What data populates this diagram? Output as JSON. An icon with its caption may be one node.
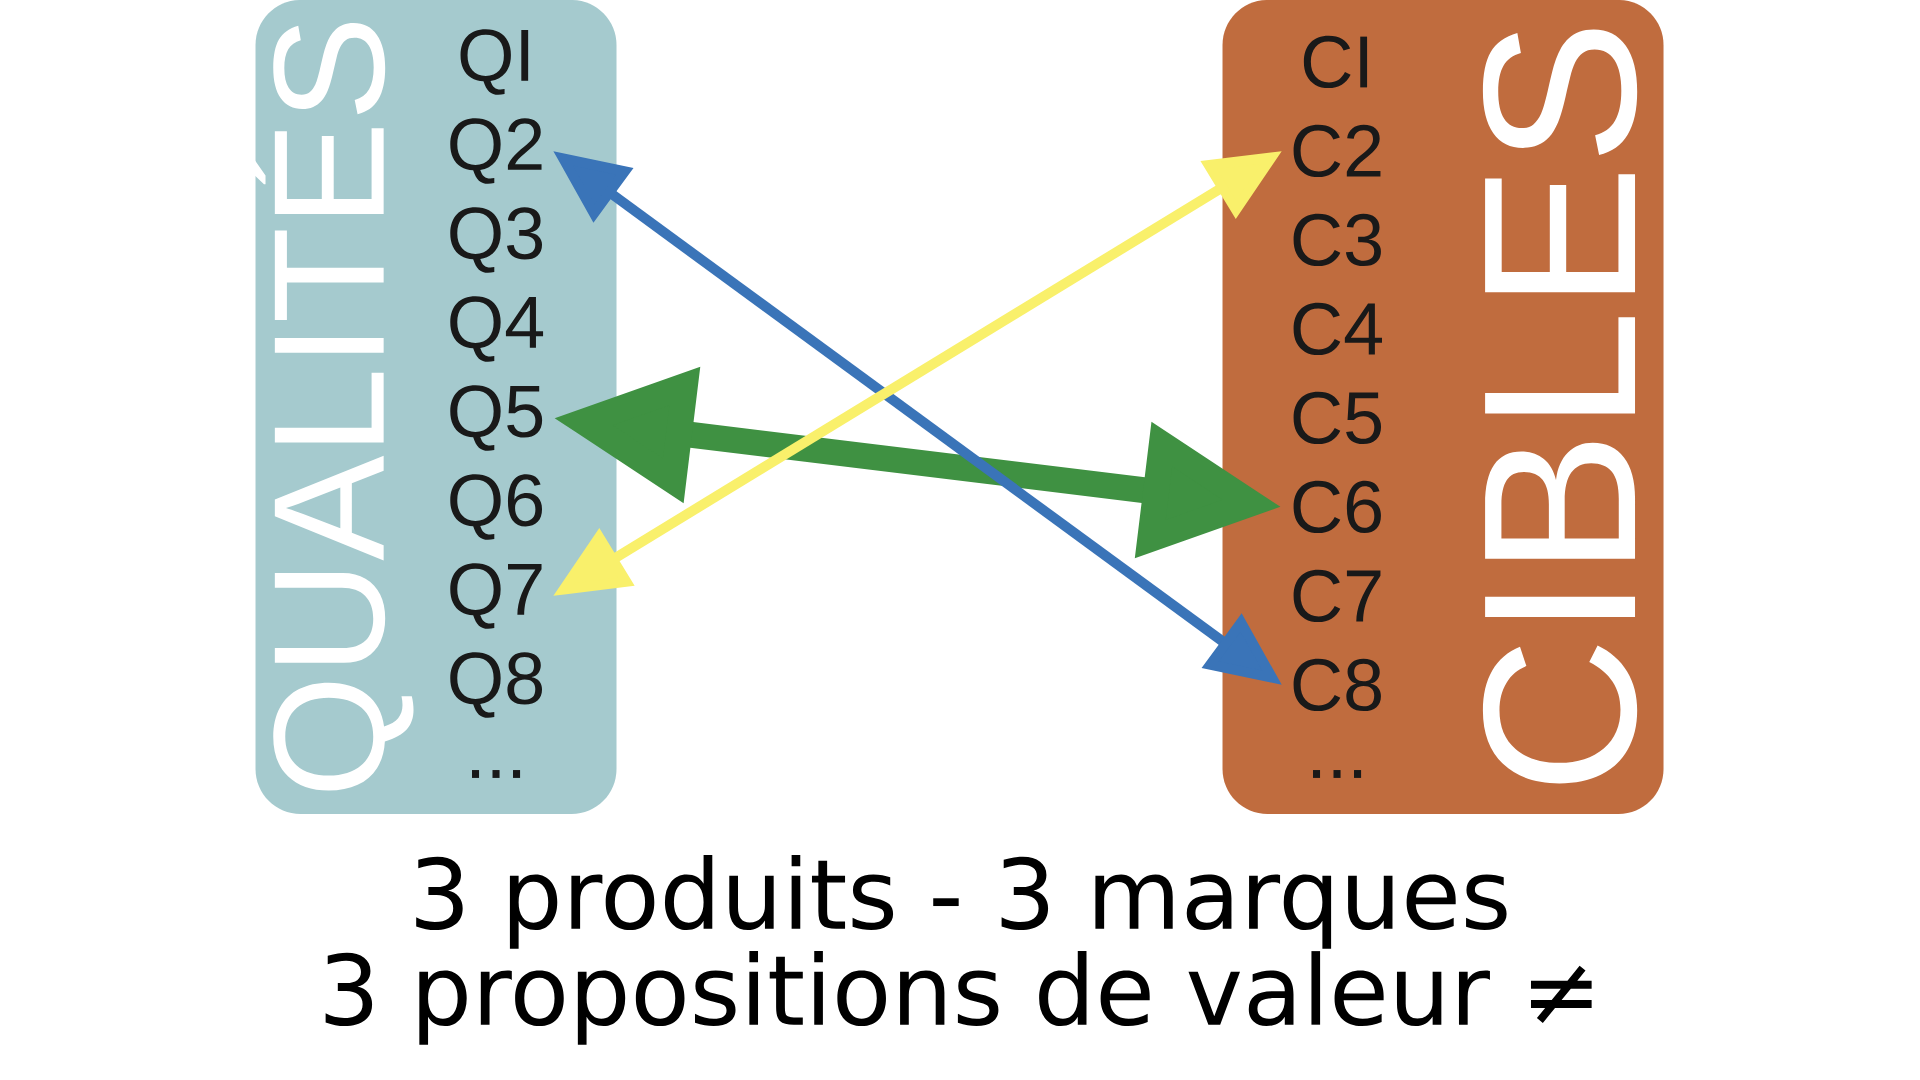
{
  "diagram": {
    "nodes": [
      {
        "text": [
          "QUALITÉS"
        ]
      },
      {
        "text": [
          "QI"
        ],
        "in": 0
      },
      {
        "text": [
          "Q2"
        ],
        "in": 0
      },
      {
        "text": [
          "Q3"
        ],
        "in": 0
      },
      {
        "text": [
          "Q4"
        ],
        "in": 0
      },
      {
        "text": [
          "Q5"
        ],
        "in": 0
      },
      {
        "text": [
          "Q6"
        ],
        "in": 0
      },
      {
        "text": [
          "Q7"
        ],
        "in": 0
      },
      {
        "text": [
          "Q8"
        ],
        "in": 0
      },
      {
        "text": [
          "..."
        ],
        "in": 0
      },
      {
        "text": [
          "CIBLES"
        ]
      },
      {
        "text": [
          "CI"
        ],
        "in": 10
      },
      {
        "text": [
          "C2"
        ],
        "in": 10
      },
      {
        "text": [
          "C3"
        ],
        "in": 10
      },
      {
        "text": [
          "C4"
        ],
        "in": 10
      },
      {
        "text": [
          "C5"
        ],
        "in": 10
      },
      {
        "text": [
          "C6"
        ],
        "in": 10
      },
      {
        "text": [
          "C7"
        ],
        "in": 10
      },
      {
        "text": [
          "C8"
        ],
        "in": 10
      },
      {
        "text": [
          "..."
        ],
        "in": 10
      }
    ],
    "edges": [
      {
        "from": 5,
        "to": 16,
        "arrow": "both",
        "style": "thick",
        "color": "#3f9142"
      },
      {
        "from": 2,
        "to": 18,
        "arrow": "both",
        "color": "#3a74b8"
      },
      {
        "from": 7,
        "to": 12,
        "arrow": "both",
        "color": "#f9f06b"
      }
    ],
    "labels": [
      "3 produits - 3 marques",
      "3 propositions de valeur ≠"
    ]
  }
}
